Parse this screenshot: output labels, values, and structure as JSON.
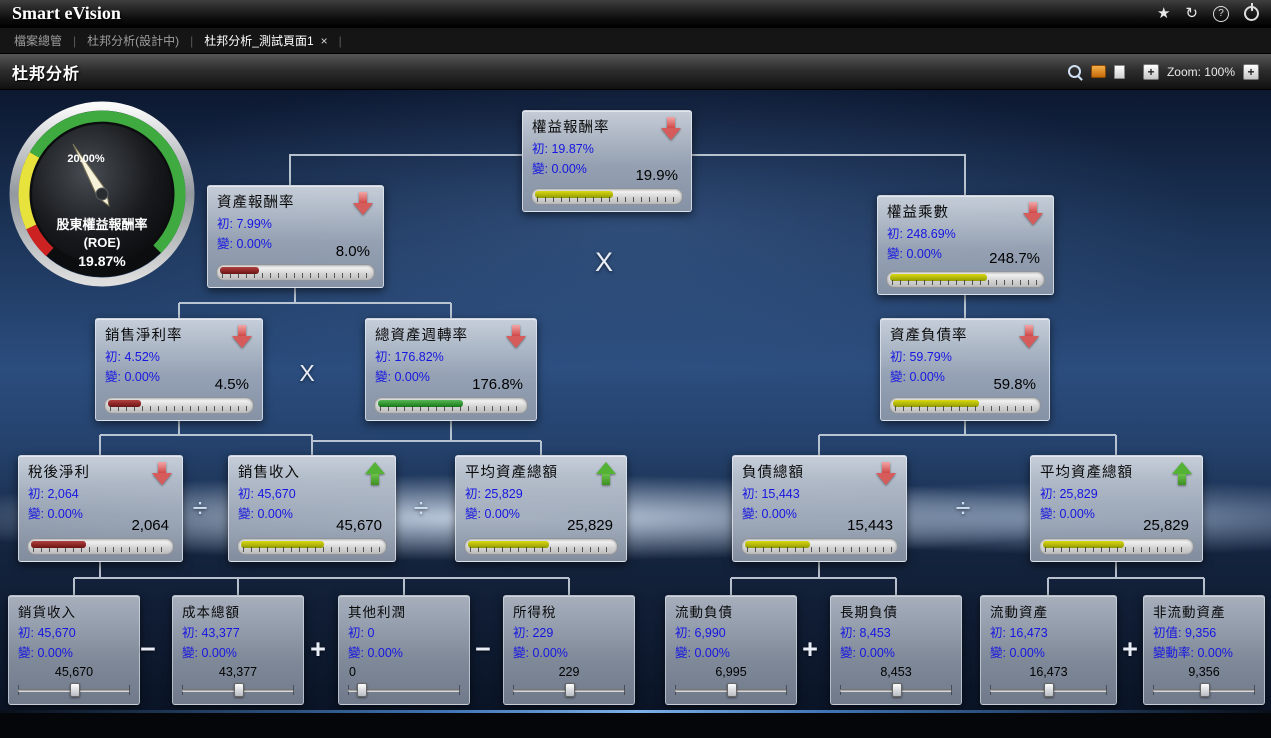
{
  "header": {
    "logo": "Smart eVision",
    "icons": {
      "star": "★",
      "refresh": "↻",
      "help": "?"
    }
  },
  "tabbar": {
    "separator": "|",
    "items": [
      {
        "label": "檔案總管"
      },
      {
        "label": "杜邦分析(設計中)"
      },
      {
        "label": "杜邦分析_測試頁面1",
        "close": "×",
        "active": true
      }
    ]
  },
  "titlebar": {
    "title": "杜邦分析",
    "zoom_out": "+",
    "zoom_label": "Zoom: 100%",
    "zoom_in": "+"
  },
  "gauge": {
    "title": "股東權益報酬率",
    "subtitle": "(ROE)",
    "value": "19.87%",
    "tick_label": "20.00%"
  },
  "operators": {
    "multiply": "X",
    "divide": "÷",
    "minus": "−",
    "plus": "+"
  },
  "colors": {
    "bar_red": "#8b1f1f",
    "bar_yellow": "#b8b800",
    "bar_green": "#2e8b2e",
    "arrow_red": "#d65b5b",
    "arrow_green": "#54b337",
    "link_blue": "#1616e0"
  },
  "nodes": [
    {
      "id": "roe",
      "title": "權益報酬率",
      "arrow": "down",
      "init": "初: 19.87%",
      "chg": "變: 0.00%",
      "value": "19.9%",
      "bar": {
        "color": "#b8b800",
        "percent": 52
      }
    },
    {
      "id": "roa",
      "title": "資產報酬率",
      "arrow": "down",
      "init": "初: 7.99%",
      "chg": "變: 0.00%",
      "value": "8.0%",
      "bar": {
        "color": "#8b1f1f",
        "percent": 25
      }
    },
    {
      "id": "equity-multiplier",
      "title": "權益乘數",
      "arrow": "down",
      "init": "初: 248.69%",
      "chg": "變: 0.00%",
      "value": "248.7%",
      "bar": {
        "color": "#b8b800",
        "percent": 62
      }
    },
    {
      "id": "net-profit-margin",
      "title": "銷售淨利率",
      "arrow": "down",
      "init": "初: 4.52%",
      "chg": "變: 0.00%",
      "value": "4.5%",
      "bar": {
        "color": "#8b1f1f",
        "percent": 22
      }
    },
    {
      "id": "asset-turnover",
      "title": "總資產週轉率",
      "arrow": "down",
      "init": "初: 176.82%",
      "chg": "變: 0.00%",
      "value": "176.8%",
      "bar": {
        "color": "#2e8b2e",
        "percent": 56
      }
    },
    {
      "id": "debt-ratio",
      "title": "資產負債率",
      "arrow": "down",
      "init": "初: 59.79%",
      "chg": "變: 0.00%",
      "value": "59.8%",
      "bar": {
        "color": "#b8b800",
        "percent": 57
      }
    },
    {
      "id": "net-income",
      "title": "稅後淨利",
      "arrow": "down",
      "init": "初: 2,064",
      "chg": "變: 0.00%",
      "value": "2,064",
      "bar": {
        "color": "#8b1f1f",
        "percent": 38
      }
    },
    {
      "id": "sales-revenue",
      "title": "銷售收入",
      "arrow": "up",
      "init": "初: 45,670",
      "chg": "變: 0.00%",
      "value": "45,670",
      "bar": {
        "color": "#b8b800",
        "percent": 56
      }
    },
    {
      "id": "avg-total-assets-left",
      "title": "平均資產總額",
      "arrow": "up",
      "init": "初: 25,829",
      "chg": "變: 0.00%",
      "value": "25,829",
      "bar": {
        "color": "#b8b800",
        "percent": 53
      }
    },
    {
      "id": "total-liabilities",
      "title": "負債總額",
      "arrow": "down",
      "init": "初: 15,443",
      "chg": "變: 0.00%",
      "value": "15,443",
      "bar": {
        "color": "#b8b800",
        "percent": 42
      }
    },
    {
      "id": "avg-total-assets-right",
      "title": "平均資產總額",
      "arrow": "up",
      "init": "初: 25,829",
      "chg": "變: 0.00%",
      "value": "25,829",
      "bar": {
        "color": "#b8b800",
        "percent": 53
      }
    },
    {
      "id": "sales-income",
      "title": "銷貨收入",
      "init": "初: 45,670",
      "chg": "變: 0.00%",
      "value": "45,670"
    },
    {
      "id": "total-cost",
      "title": "成本總額",
      "init": "初: 43,377",
      "chg": "變: 0.00%",
      "value": "43,377"
    },
    {
      "id": "other-profit",
      "title": "其他利潤",
      "init": "初: 0",
      "chg": "變: 0.00%",
      "value": "0"
    },
    {
      "id": "income-tax",
      "title": "所得稅",
      "init": "初: 229",
      "chg": "變: 0.00%",
      "value": "229"
    },
    {
      "id": "current-liabilities",
      "title": "流動負債",
      "init": "初: 6,990",
      "chg": "變: 0.00%",
      "value": "6,995"
    },
    {
      "id": "long-term-liabilities",
      "title": "長期負債",
      "init": "初: 8,453",
      "chg": "變: 0.00%",
      "value": "8,453"
    },
    {
      "id": "current-assets",
      "title": "流動資產",
      "init": "初: 16,473",
      "chg": "變: 0.00%",
      "value": "16,473"
    },
    {
      "id": "non-current-assets",
      "title": "非流動資產",
      "init": "初值: 9,356",
      "chg": "變動率: 0.00%",
      "value": "9,356"
    }
  ]
}
